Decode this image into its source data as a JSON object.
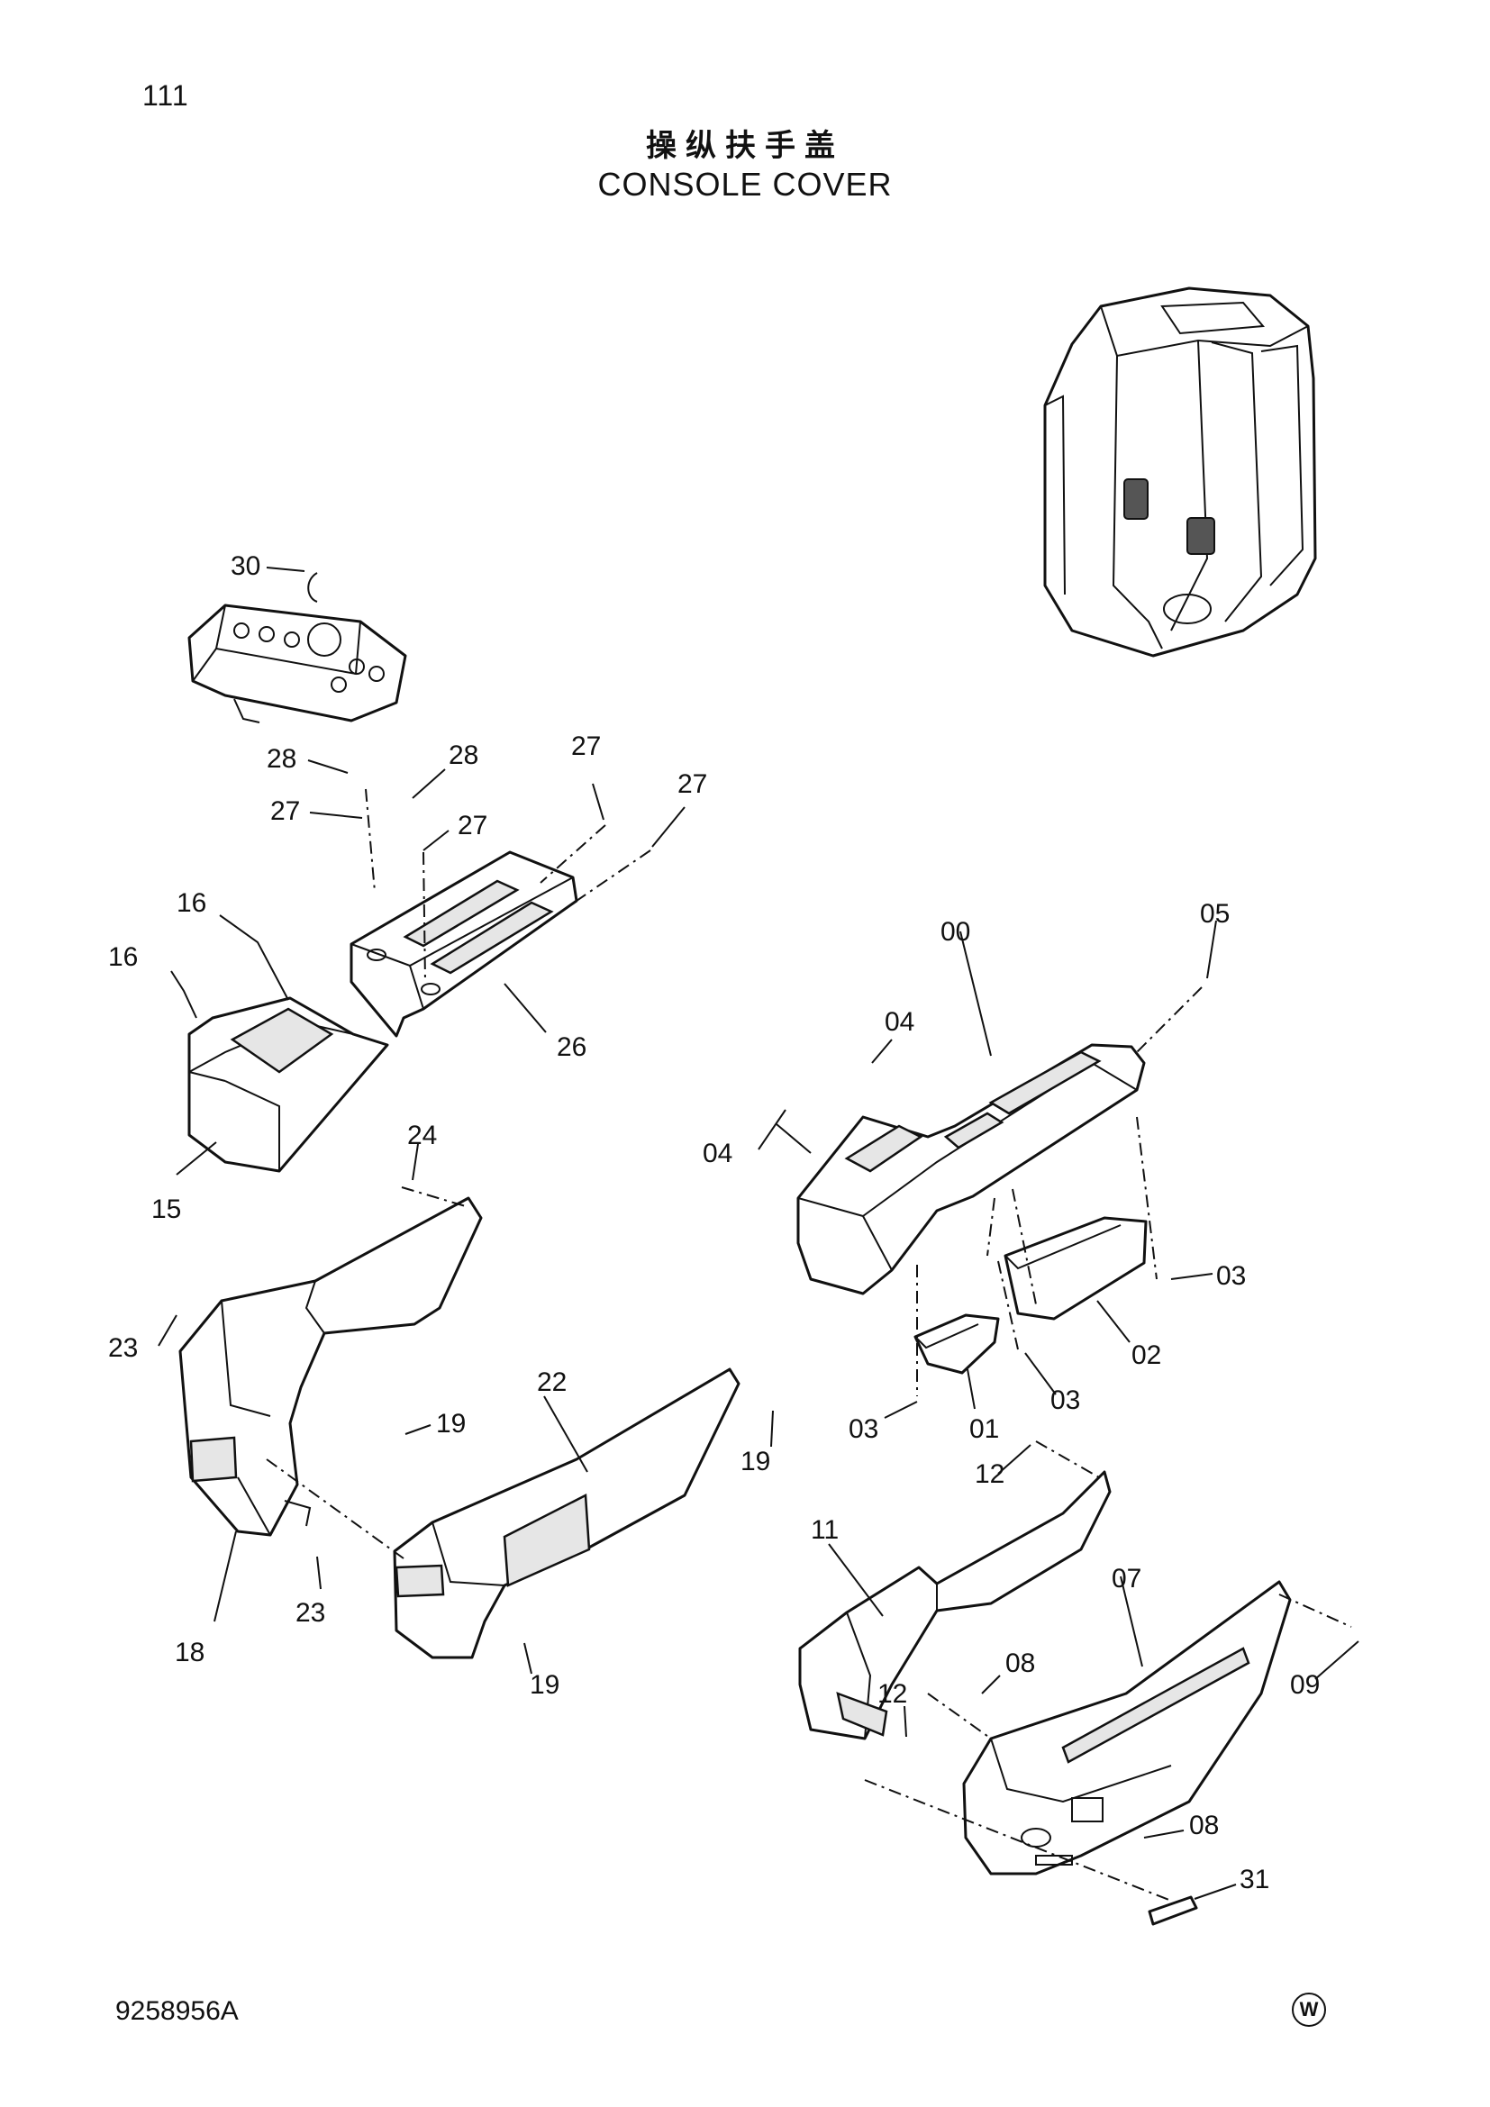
{
  "header": {
    "page_number": "111",
    "title_cn": "操纵扶手盖",
    "title_en": "CONSOLE COVER"
  },
  "footer": {
    "doc_number": "9258956A",
    "brand_mark": "W"
  },
  "callouts": {
    "c30": "30",
    "c28a": "28",
    "c28b": "28",
    "c27a": "27",
    "c27b": "27",
    "c27c": "27",
    "c27d": "27",
    "c16a": "16",
    "c16b": "16",
    "c26": "26",
    "c15": "15",
    "c24": "24",
    "c23a": "23",
    "c23b": "23",
    "c22": "22",
    "c19a": "19",
    "c19b": "19",
    "c19c": "19",
    "c18": "18",
    "c00": "00",
    "c05": "05",
    "c04a": "04",
    "c04b": "04",
    "c03a": "03",
    "c03b": "03",
    "c03c": "03",
    "c02": "02",
    "c01": "01",
    "c12a": "12",
    "c12b": "12",
    "c11": "11",
    "c07": "07",
    "c08a": "08",
    "c08b": "08",
    "c09": "09",
    "c31": "31"
  }
}
